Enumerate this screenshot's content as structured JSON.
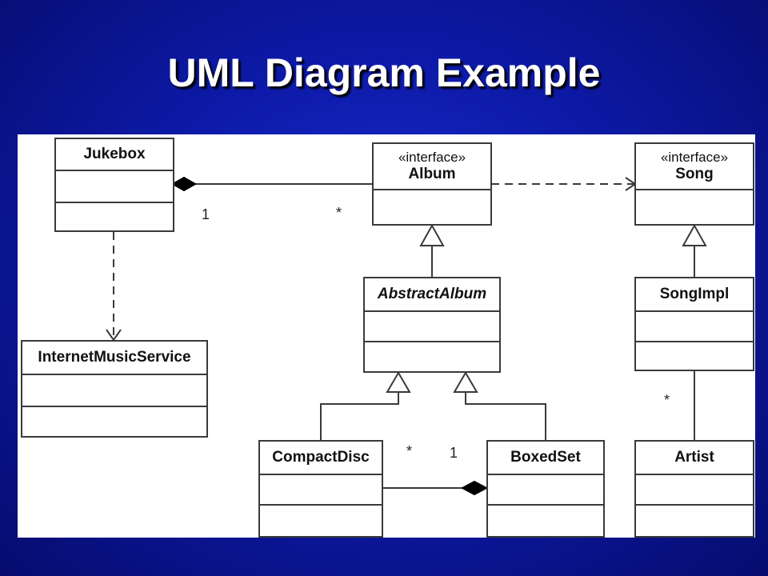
{
  "title": "UML Diagram Example",
  "classes": {
    "jukebox": {
      "name": "Jukebox"
    },
    "album": {
      "stereotype": "«interface»",
      "name": "Album"
    },
    "song": {
      "stereotype": "«interface»",
      "name": "Song"
    },
    "internet_music_service": {
      "name": "InternetMusicService"
    },
    "abstract_album": {
      "name": "AbstractAlbum"
    },
    "song_impl": {
      "name": "SongImpl"
    },
    "compact_disc": {
      "name": "CompactDisc"
    },
    "boxed_set": {
      "name": "BoxedSet"
    },
    "artist": {
      "name": "Artist"
    }
  },
  "multiplicities": {
    "jukebox_album_one": "1",
    "jukebox_album_many": "*",
    "compactdisc_boxedset_many": "*",
    "compactdisc_boxedset_one": "1",
    "songimpl_artist_many": "*"
  }
}
